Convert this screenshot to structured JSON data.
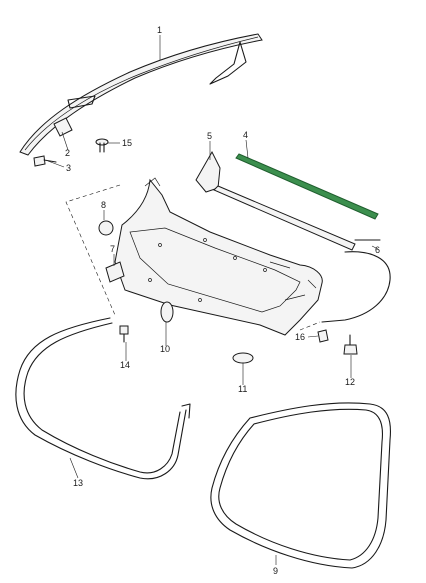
{
  "diagram": {
    "highlight_color": "#3c8f4e",
    "callouts": [
      {
        "id": "1",
        "label": "1"
      },
      {
        "id": "2",
        "label": "2"
      },
      {
        "id": "3",
        "label": "3"
      },
      {
        "id": "4",
        "label": "4"
      },
      {
        "id": "5",
        "label": "5"
      },
      {
        "id": "6",
        "label": "6"
      },
      {
        "id": "7",
        "label": "7"
      },
      {
        "id": "8",
        "label": "8"
      },
      {
        "id": "9",
        "label": "9"
      },
      {
        "id": "10",
        "label": "10"
      },
      {
        "id": "11",
        "label": "11"
      },
      {
        "id": "12",
        "label": "12"
      },
      {
        "id": "13",
        "label": "13"
      },
      {
        "id": "14",
        "label": "14"
      },
      {
        "id": "15",
        "label": "15"
      },
      {
        "id": "16",
        "label": "16"
      }
    ]
  }
}
